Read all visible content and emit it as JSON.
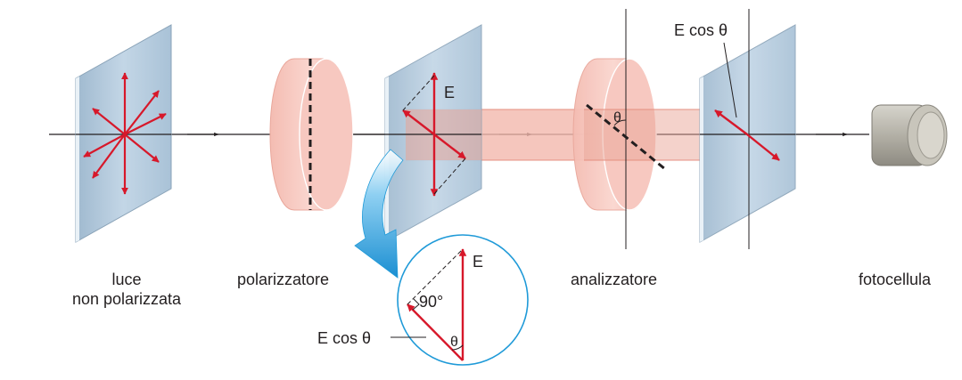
{
  "labels": {
    "unpolarized_line1": "luce",
    "unpolarized_line2": "non polarizzata",
    "polarizer": "polarizzatore",
    "analyzer": "analizzatore",
    "photocell": "fotocellula"
  },
  "symbols": {
    "field": "E",
    "field_inset": "E",
    "theta_analyzer": "θ",
    "theta_inset": "θ",
    "right_angle": "90°",
    "component_top": "E cos θ",
    "component_inset": "E cos θ"
  },
  "colors": {
    "arrow_red": "#d7182a",
    "beam_pink": "#f3b8ad",
    "glass_blue": "#b7cde0",
    "callout_blue": "#1f9ad8"
  }
}
